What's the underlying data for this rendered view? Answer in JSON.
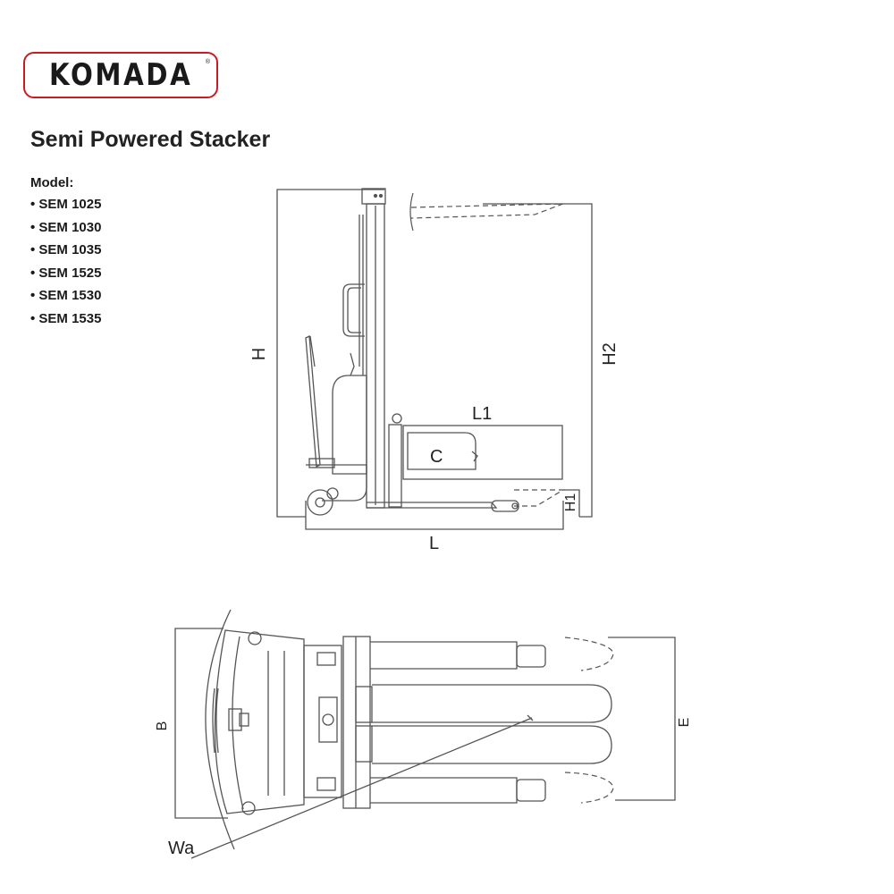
{
  "brand": {
    "name": "KOMADA",
    "reg": "®"
  },
  "title": "Semi Powered Stacker",
  "model_label": "Model:",
  "models": [
    "• SEM 1025",
    "• SEM 1030",
    "• SEM 1035",
    "• SEM 1525",
    "• SEM 1530",
    "• SEM 1535"
  ],
  "side_view": {
    "H": "H",
    "H2": "H2",
    "L1": "L1",
    "C": "C",
    "H1": "H1",
    "L": "L"
  },
  "top_view": {
    "B": "B",
    "E": "E",
    "Wa": "Wa"
  },
  "colors": {
    "brand_red": "#c81c24",
    "line": "#555555"
  }
}
